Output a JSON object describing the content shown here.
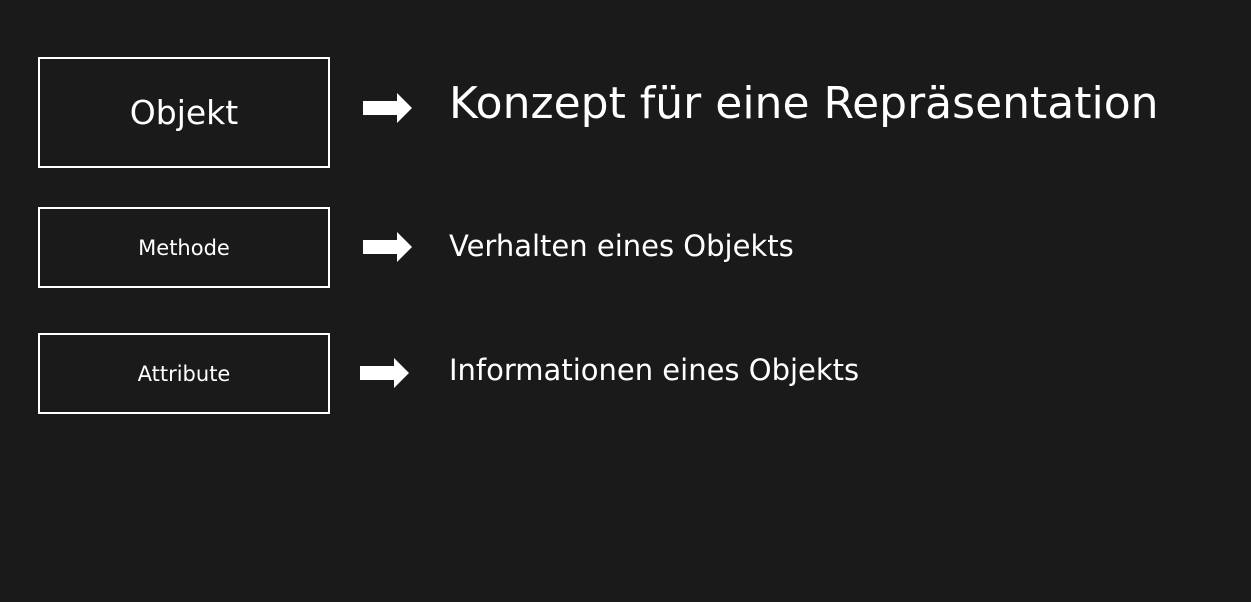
{
  "rows": [
    {
      "term": "Objekt",
      "description": "Konzept für eine Repräsentation"
    },
    {
      "term": "Methode",
      "description": "Verhalten eines Objekts"
    },
    {
      "term": "Attribute",
      "description": "Informationen eines Objekts"
    }
  ],
  "colors": {
    "background": "#1a1a1a",
    "foreground": "#ffffff"
  }
}
